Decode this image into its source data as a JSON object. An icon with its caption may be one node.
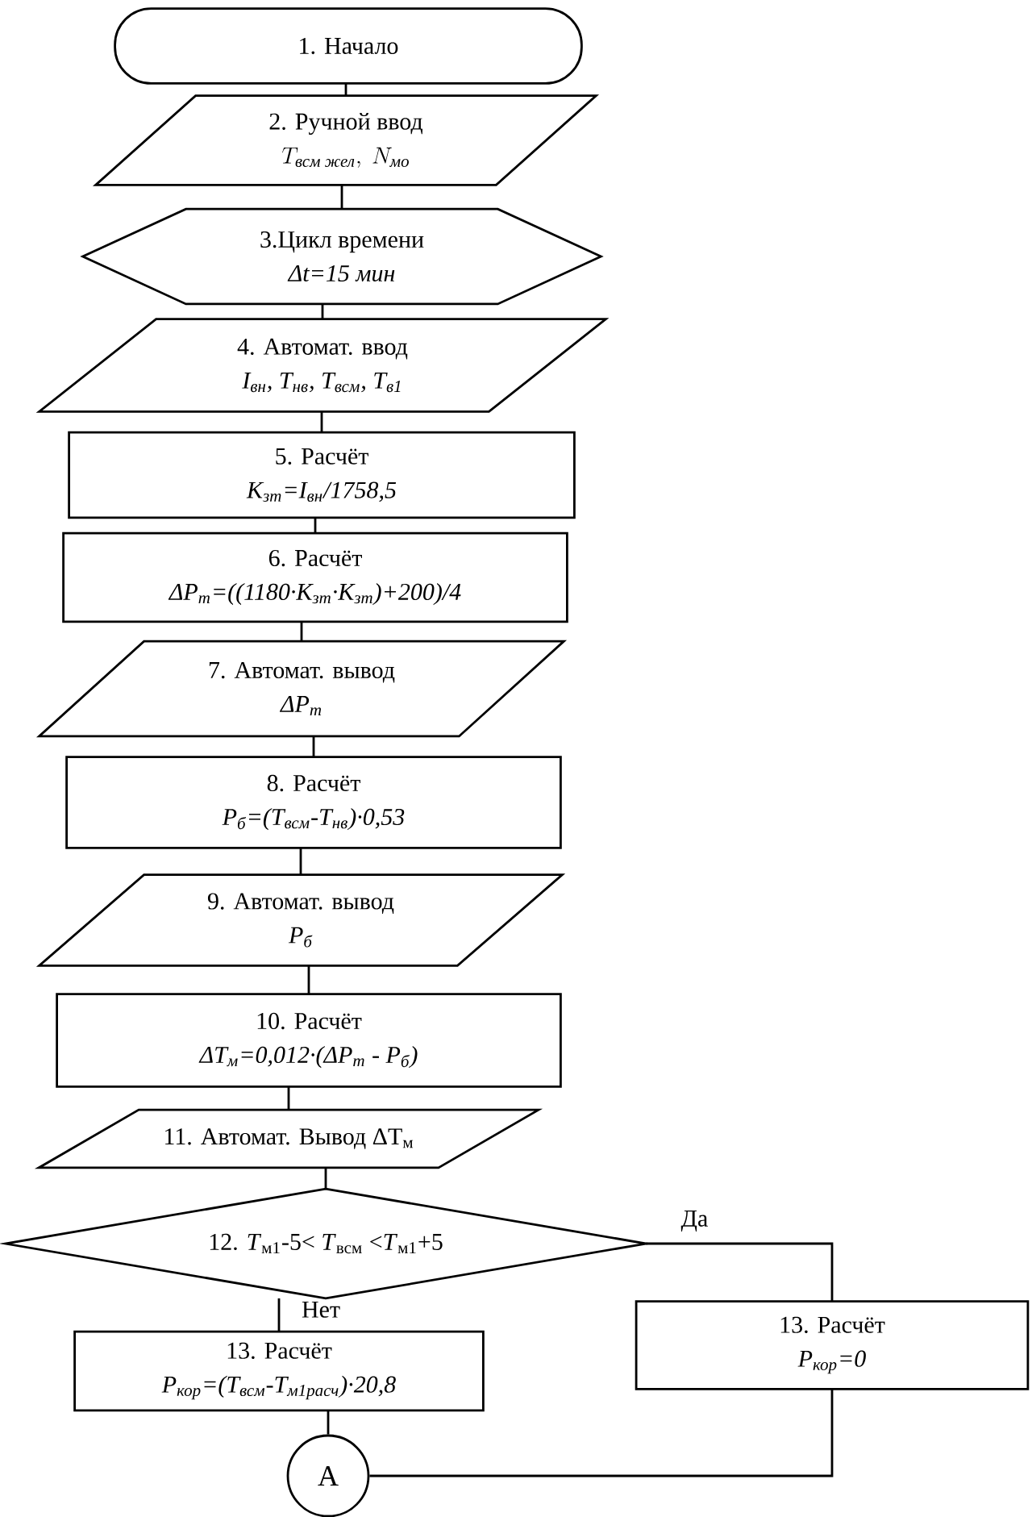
{
  "diagram": {
    "nodes": [
      {
        "text": [
          "1. Начало"
        ]
      },
      {
        "text": [
          "2. Ручной ввод",
          "T_{\\textit{всм жел}},\\ N_{\\textit{мо}}"
        ]
      },
      {
        "text": [
          "3.Цикл времени",
          "Δt=15 мин"
        ]
      },
      {
        "text": [
          "4. Автомат. ввод",
          "I$_{вн}$, T$_{нв}$, T$_{всм}$, T$_{в1}$"
        ]
      },
      {
        "text": [
          "5. Расчёт",
          "K$_{зт}$=I$_{вн}$/1758,5"
        ]
      },
      {
        "text": [
          "6. Расчёт",
          "ΔP$_{т}$=((1180·K$_{зт}$·K$_{зт}$)+200)/4"
        ]
      },
      {
        "text": [
          "7. Автомат. вывод",
          "ΔP$_{т}$"
        ]
      },
      {
        "text": [
          "8. Расчёт",
          "P$_{б}$=(T$_{всм}$-T$_{нв}$)·0,53"
        ]
      },
      {
        "text": [
          "9. Автомат. вывод",
          "P$_{б}$"
        ]
      },
      {
        "text": [
          "10. Расчёт",
          "ΔT$_{м}$=0,012·(ΔP$_{т}$ - P$_{б}$)"
        ]
      },
      {
        "text": [
          "11. Автомат. Вывод ΔT$_{м}$"
        ]
      },
      {
        "text": [
          "12. *T*$_{м1}$-5< *T*$_{всм}$ <*T*$_{м1}$+5"
        ]
      },
      {
        "text": [
          "13. Расчёт",
          "P$_{кор}$=(T$_{всм}$-T$_{м1расч}$)·20,8"
        ]
      },
      {
        "text": [
          "13. Расчёт",
          "P$_{кор}$=0"
        ]
      },
      {
        "text": [
          "A"
        ]
      }
    ],
    "edges": [
      {
        "from": 0,
        "to": 1,
        "arrow": "none"
      },
      {
        "from": 1,
        "to": 2,
        "arrow": "none"
      },
      {
        "from": 2,
        "to": 3,
        "arrow": "none"
      },
      {
        "from": 3,
        "to": 4,
        "arrow": "none"
      },
      {
        "from": 4,
        "to": 5,
        "arrow": "none"
      },
      {
        "from": 5,
        "to": 6,
        "arrow": "none"
      },
      {
        "from": 6,
        "to": 7,
        "arrow": "none"
      },
      {
        "from": 7,
        "to": 8,
        "arrow": "none"
      },
      {
        "from": 8,
        "to": 9,
        "arrow": "none"
      },
      {
        "from": 9,
        "to": 10,
        "arrow": "none"
      },
      {
        "from": 10,
        "to": 11,
        "arrow": "none"
      },
      {
        "from": 11,
        "to": 12,
        "arrow": "none",
        "label": "Нет"
      },
      {
        "from": 11,
        "to": 13,
        "arrow": "none",
        "label": "Да"
      },
      {
        "from": 12,
        "to": 14,
        "arrow": "none"
      },
      {
        "from": 13,
        "to": 14,
        "arrow": "none"
      }
    ]
  }
}
